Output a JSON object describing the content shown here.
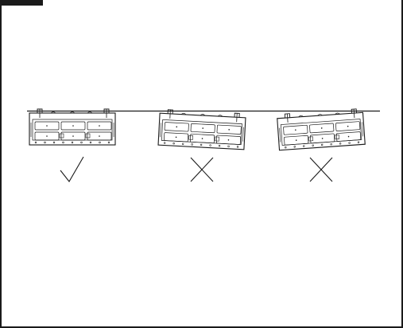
{
  "diagram": {
    "panels": [
      {
        "id": "level",
        "mark": "check",
        "mark_icon": "checkmark-icon",
        "tilt_deg": 0
      },
      {
        "id": "tilted-right-low",
        "mark": "cross",
        "mark_icon": "cross-icon",
        "tilt_deg": 3
      },
      {
        "id": "tilted-left-low",
        "mark": "cross",
        "mark_icon": "cross-icon",
        "tilt_deg": -4
      }
    ],
    "colors": {
      "line": "#1a1a1a",
      "tab": "#1a1a1a",
      "background": "#ffffff"
    }
  }
}
